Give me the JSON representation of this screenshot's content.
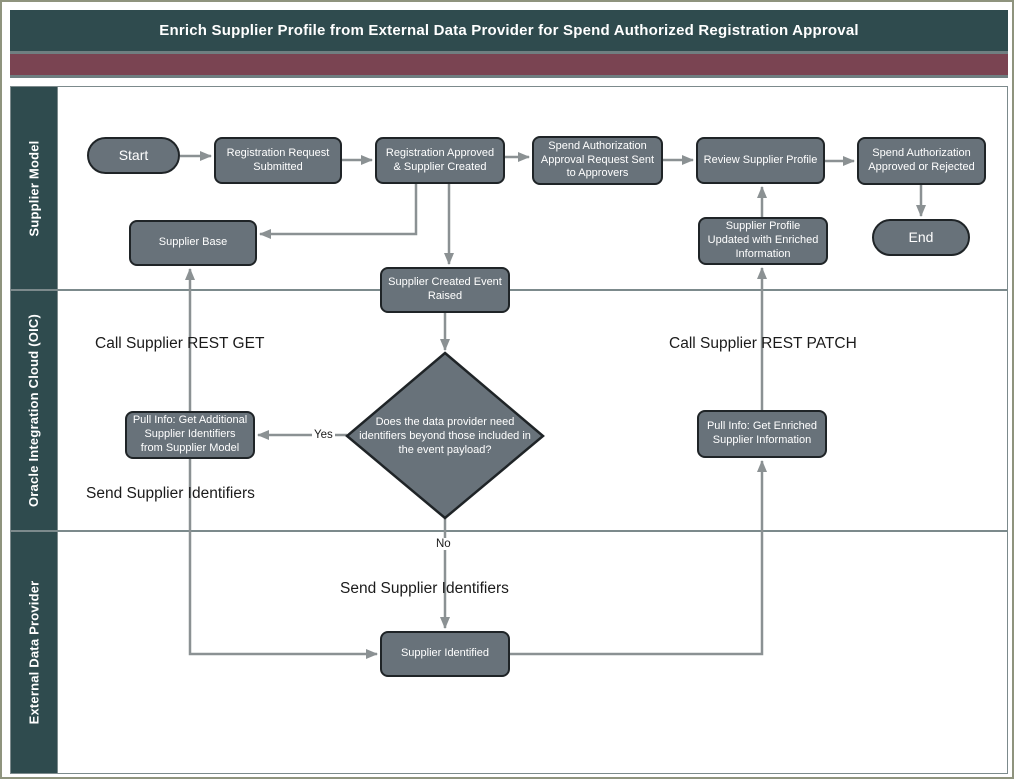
{
  "title": "Enrich Supplier Profile from External Data Provider for Spend Authorized Registration Approval",
  "lanes": [
    {
      "label": "Supplier Model"
    },
    {
      "label": "Oracle Integration Cloud (OIC)"
    },
    {
      "label": "External Data Provider"
    }
  ],
  "nodes": {
    "start": "Start",
    "registration_request": "Registration Request Submitted",
    "registration_approved": "Registration Approved & Supplier Created",
    "spend_auth_request": "Spend Authorization Approval Request Sent to Approvers",
    "review_profile": "Review Supplier Profile",
    "spend_auth_result": "Spend Authorization Approved or Rejected",
    "supplier_base": "Supplier Base",
    "profile_updated": "Supplier Profile Updated with Enriched Information",
    "end": "End",
    "event_raised": "Supplier Created Event Raised",
    "decision": "Does the data provider need identifiers beyond those included in the event payload?",
    "pull_info_left": "Pull Info: Get Additional Supplier Identifiers from Supplier Model",
    "pull_info_right": "Pull Info: Get Enriched Supplier Information",
    "supplier_identified": "Supplier Identified"
  },
  "edge_labels": {
    "call_rest_get": "Call Supplier REST GET",
    "call_rest_patch": "Call Supplier REST PATCH",
    "send_identifiers_oic": "Send Supplier Identifiers",
    "send_identifiers_edp": "Send Supplier Identifiers",
    "yes": "Yes",
    "no": "No"
  },
  "colors": {
    "header_teal": "#2f4b4e",
    "accent_maroon": "#7a4452",
    "node_fill": "#68727a",
    "node_border": "#1f2427",
    "connector": "#8b9193",
    "lane_border": "#7c8a8c"
  }
}
